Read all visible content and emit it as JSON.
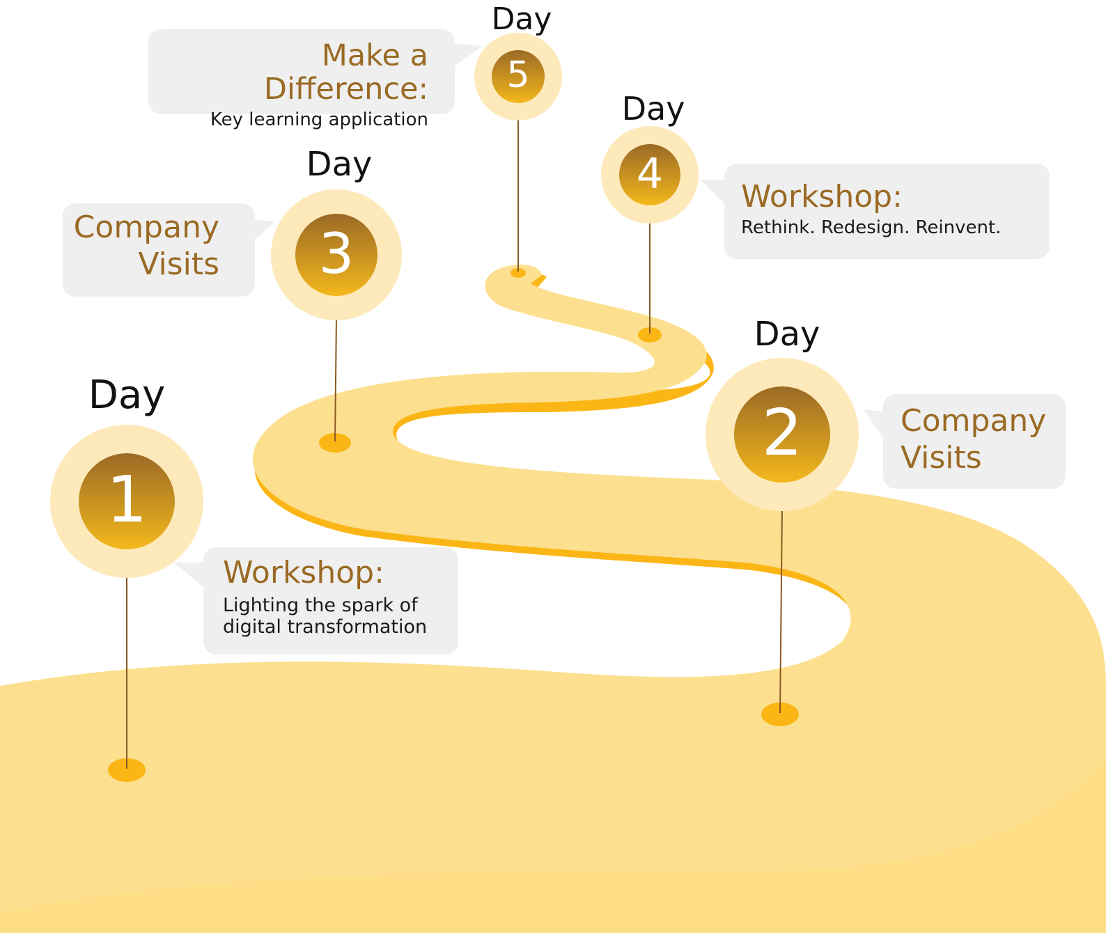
{
  "colors": {
    "road_light": "#fde08f",
    "road_edge": "#fbb616",
    "halo": "#fde9ba",
    "badge_dark": "#9e6f26",
    "badge_light": "#f2b51d",
    "callout_bg": "#efefef",
    "title_text": "#9a6a24",
    "pin_line": "#8a5a24"
  },
  "milestones": [
    {
      "day_label": "Day",
      "number": "1",
      "title": "Workshop:",
      "subtitle_lines": [
        "Lighting the spark of",
        "digital transformation"
      ]
    },
    {
      "day_label": "Day",
      "number": "2",
      "title_lines": [
        "Company",
        "Visits"
      ]
    },
    {
      "day_label": "Day",
      "number": "3",
      "title_lines": [
        "Company",
        "Visits"
      ]
    },
    {
      "day_label": "Day",
      "number": "4",
      "title": "Workshop:",
      "subtitle": "Rethink. Redesign. Reinvent."
    },
    {
      "day_label": "Day",
      "number": "5",
      "title": "Make a Difference:",
      "subtitle": "Key learning application"
    }
  ]
}
